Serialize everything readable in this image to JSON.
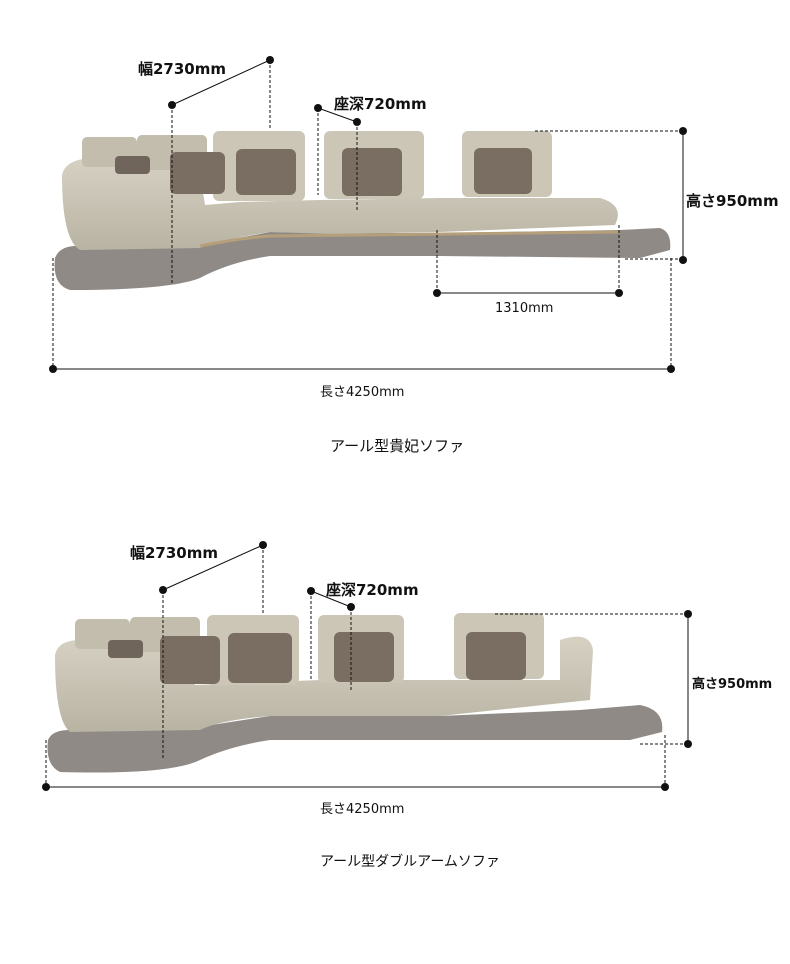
{
  "diagrams": [
    {
      "width_label": "幅2730mm",
      "depth_label": "座深720mm",
      "height_label": "高さ950mm",
      "chaise_label": "1310mm",
      "length_label": "長さ4250mm",
      "title": "アール型貴妃ソファ"
    },
    {
      "width_label": "幅2730mm",
      "depth_label": "座深720mm",
      "height_label": "高さ950mm",
      "length_label": "長さ4250mm",
      "title": "アール型ダブルアームソファ"
    }
  ],
  "colors": {
    "leather": "#c9c3b3",
    "cushion": "#7a6e62",
    "marble": "#8b8682",
    "metal": "#b59f7a",
    "line": "#111111"
  }
}
